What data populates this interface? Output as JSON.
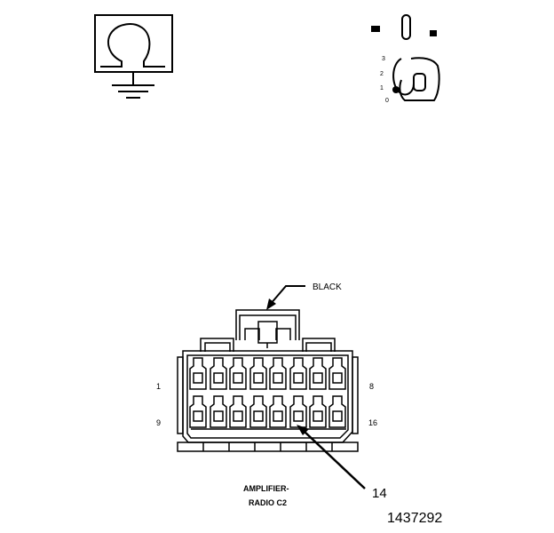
{
  "symbols": {
    "ohmmeter_icon": "ohmmeter-ground-icon",
    "ignition_icon": "ignition-key-off-icon",
    "key_positions": [
      "3",
      "2",
      "1",
      "0"
    ]
  },
  "connector": {
    "wire_color_label": "BLACK",
    "pin_start_top": "1",
    "pin_end_top": "8",
    "pin_start_bottom": "9",
    "pin_end_bottom": "16",
    "callout_pin": "14",
    "name_line1": "AMPLIFIER-",
    "name_line2": "RADIO C2"
  },
  "figure_id": "1437292"
}
